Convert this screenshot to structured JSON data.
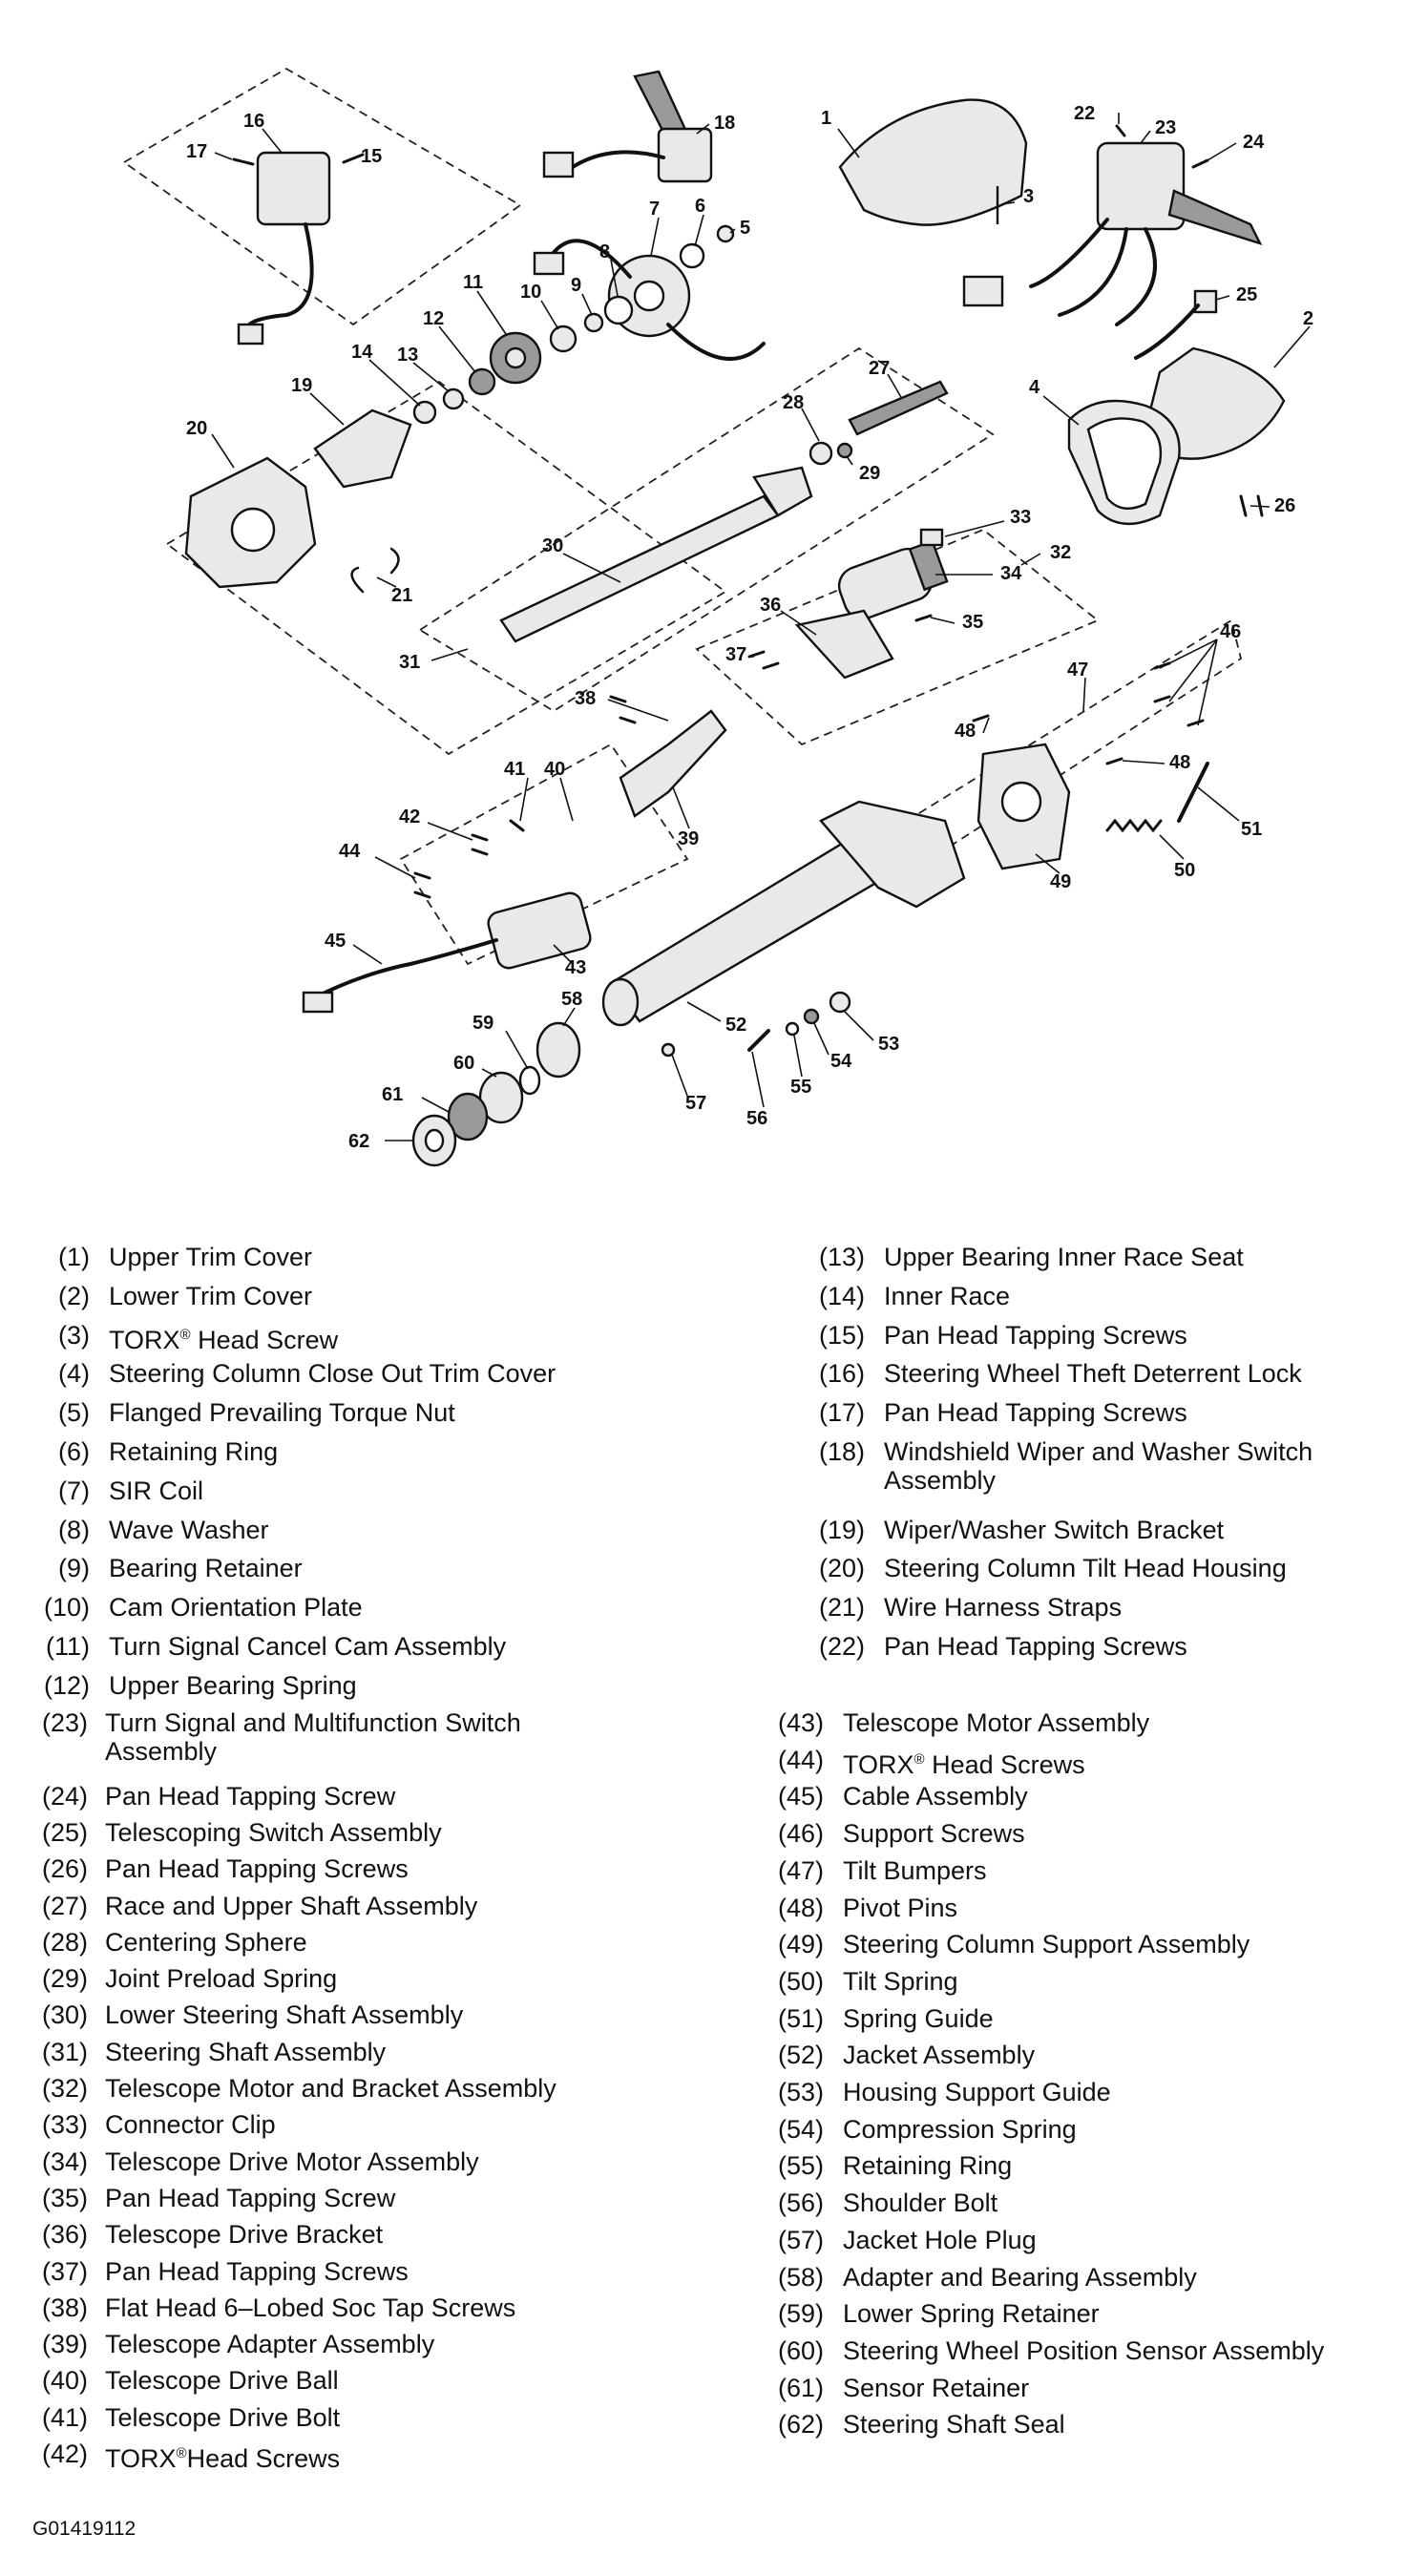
{
  "callouts": [
    {
      "n": "1"
    },
    {
      "n": "2"
    },
    {
      "n": "3"
    },
    {
      "n": "4"
    },
    {
      "n": "5"
    },
    {
      "n": "6"
    },
    {
      "n": "7"
    },
    {
      "n": "8"
    },
    {
      "n": "9"
    },
    {
      "n": "10"
    },
    {
      "n": "11"
    },
    {
      "n": "12"
    },
    {
      "n": "13"
    },
    {
      "n": "14"
    },
    {
      "n": "15"
    },
    {
      "n": "16"
    },
    {
      "n": "17"
    },
    {
      "n": "18"
    },
    {
      "n": "19"
    },
    {
      "n": "20"
    },
    {
      "n": "21"
    },
    {
      "n": "22"
    },
    {
      "n": "23"
    },
    {
      "n": "24"
    },
    {
      "n": "25"
    },
    {
      "n": "26"
    },
    {
      "n": "27"
    },
    {
      "n": "28"
    },
    {
      "n": "29"
    },
    {
      "n": "30"
    },
    {
      "n": "31"
    },
    {
      "n": "32"
    },
    {
      "n": "33"
    },
    {
      "n": "34"
    },
    {
      "n": "35"
    },
    {
      "n": "36"
    },
    {
      "n": "37"
    },
    {
      "n": "38"
    },
    {
      "n": "39"
    },
    {
      "n": "40"
    },
    {
      "n": "41"
    },
    {
      "n": "42"
    },
    {
      "n": "43"
    },
    {
      "n": "44"
    },
    {
      "n": "45"
    },
    {
      "n": "46"
    },
    {
      "n": "47"
    },
    {
      "n": "48"
    },
    {
      "n": "48"
    },
    {
      "n": "49"
    },
    {
      "n": "50"
    },
    {
      "n": "51"
    },
    {
      "n": "52"
    },
    {
      "n": "53"
    },
    {
      "n": "54"
    },
    {
      "n": "55"
    },
    {
      "n": "56"
    },
    {
      "n": "57"
    },
    {
      "n": "58"
    },
    {
      "n": "59"
    },
    {
      "n": "60"
    },
    {
      "n": "61"
    },
    {
      "n": "62"
    }
  ],
  "legend": {
    "block1_left": [
      {
        "num": "(1)",
        "name": "Upper Trim Cover"
      },
      {
        "num": "(2)",
        "name": "Lower Trim Cover"
      },
      {
        "num": "(3)",
        "name": "TORX",
        "sup": "®",
        "rest": " Head Screw"
      },
      {
        "num": "(4)",
        "name": "Steering Column Close Out Trim Cover"
      },
      {
        "num": "(5)",
        "name": "Flanged Prevailing Torque Nut"
      },
      {
        "num": "(6)",
        "name": "Retaining Ring"
      },
      {
        "num": "(7)",
        "name": "SIR Coil"
      },
      {
        "num": "(8)",
        "name": "Wave Washer"
      },
      {
        "num": "(9)",
        "name": "Bearing Retainer"
      },
      {
        "num": "(10)",
        "name": "Cam Orientation Plate"
      },
      {
        "num": "(11)",
        "name": "Turn Signal Cancel Cam Assembly"
      },
      {
        "num": "(12)",
        "name": "Upper Bearing Spring"
      }
    ],
    "block1_right": [
      {
        "num": "(13)",
        "name": "Upper Bearing Inner Race Seat"
      },
      {
        "num": "(14)",
        "name": "Inner Race"
      },
      {
        "num": "(15)",
        "name": "Pan Head Tapping Screws"
      },
      {
        "num": "(16)",
        "name": "Steering Wheel Theft Deterrent Lock"
      },
      {
        "num": "(17)",
        "name": "Pan Head Tapping Screws"
      },
      {
        "num": "(18)",
        "name": "Windshield Wiper and Washer Switch",
        "name2": "Assembly"
      },
      {
        "num": "(19)",
        "name": "Wiper/Washer Switch Bracket"
      },
      {
        "num": "(20)",
        "name": "Steering Column Tilt Head Housing"
      },
      {
        "num": "(21)",
        "name": "Wire Harness Straps"
      },
      {
        "num": "(22)",
        "name": "Pan Head Tapping Screws"
      }
    ],
    "block2_left": [
      {
        "num": "(23)",
        "name": "Turn Signal and Multifunction Switch",
        "name2": "Assembly"
      },
      {
        "num": "(24)",
        "name": "Pan Head Tapping Screw"
      },
      {
        "num": "(25)",
        "name": "Telescoping Switch Assembly"
      },
      {
        "num": "(26)",
        "name": "Pan Head Tapping Screws"
      },
      {
        "num": "(27)",
        "name": "Race and Upper Shaft Assembly"
      },
      {
        "num": "(28)",
        "name": "Centering Sphere"
      },
      {
        "num": "(29)",
        "name": "Joint Preload Spring"
      },
      {
        "num": "(30)",
        "name": "Lower Steering Shaft Assembly"
      },
      {
        "num": "(31)",
        "name": "Steering Shaft Assembly"
      },
      {
        "num": "(32)",
        "name": "Telescope Motor and Bracket Assembly"
      },
      {
        "num": "(33)",
        "name": "Connector Clip"
      },
      {
        "num": "(34)",
        "name": "Telescope Drive Motor Assembly"
      },
      {
        "num": "(35)",
        "name": "Pan Head Tapping Screw"
      },
      {
        "num": "(36)",
        "name": "Telescope Drive Bracket"
      },
      {
        "num": "(37)",
        "name": "Pan Head Tapping Screws"
      },
      {
        "num": "(38)",
        "name": "Flat Head 6–Lobed Soc Tap Screws"
      },
      {
        "num": "(39)",
        "name": "Telescope Adapter Assembly"
      },
      {
        "num": "(40)",
        "name": "Telescope Drive Ball"
      },
      {
        "num": "(41)",
        "name": "Telescope Drive Bolt"
      },
      {
        "num": "(42)",
        "name": "TORX",
        "sup": "®",
        "rest": "Head Screws"
      }
    ],
    "block2_right": [
      {
        "num": "(43)",
        "name": "Telescope Motor Assembly"
      },
      {
        "num": "(44)",
        "name": "TORX",
        "sup": "®",
        "rest": " Head Screws"
      },
      {
        "num": "(45)",
        "name": "Cable Assembly"
      },
      {
        "num": "(46)",
        "name": "Support Screws"
      },
      {
        "num": "(47)",
        "name": "Tilt Bumpers"
      },
      {
        "num": "(48)",
        "name": "Pivot Pins"
      },
      {
        "num": "(49)",
        "name": "Steering Column Support Assembly"
      },
      {
        "num": "(50)",
        "name": "Tilt Spring"
      },
      {
        "num": "(51)",
        "name": "Spring Guide"
      },
      {
        "num": "(52)",
        "name": "Jacket Assembly"
      },
      {
        "num": "(53)",
        "name": "Housing Support Guide"
      },
      {
        "num": "(54)",
        "name": "Compression Spring"
      },
      {
        "num": "(55)",
        "name": "Retaining Ring"
      },
      {
        "num": "(56)",
        "name": "Shoulder Bolt"
      },
      {
        "num": "(57)",
        "name": "Jacket Hole Plug"
      },
      {
        "num": "(58)",
        "name": "Adapter and Bearing Assembly"
      },
      {
        "num": "(59)",
        "name": "Lower Spring Retainer"
      },
      {
        "num": "(60)",
        "name": "Steering Wheel Position Sensor Assembly"
      },
      {
        "num": "(61)",
        "name": "Sensor Retainer"
      },
      {
        "num": "(62)",
        "name": "Steering Shaft Seal"
      }
    ]
  },
  "figure_code": "G01419112"
}
